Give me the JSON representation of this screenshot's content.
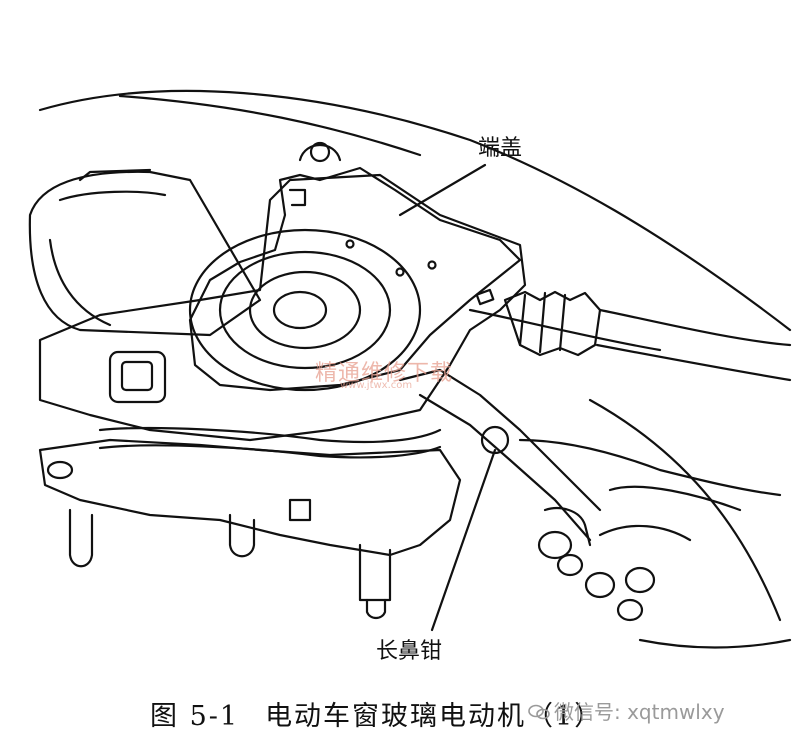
{
  "labels": {
    "end_cap": "端盖",
    "pliers": "长鼻钳"
  },
  "caption": {
    "number": "图 5-1",
    "title": "电动车窗玻璃电动机（1）"
  },
  "watermarks": {
    "top": "精通维修下载",
    "top_url": "www.jtwx.com",
    "wechat": "微信号: xqtmwlxy"
  },
  "colors": {
    "line": "#111111",
    "watermark": "#e7a090",
    "wechat": "#9a9a9a"
  }
}
